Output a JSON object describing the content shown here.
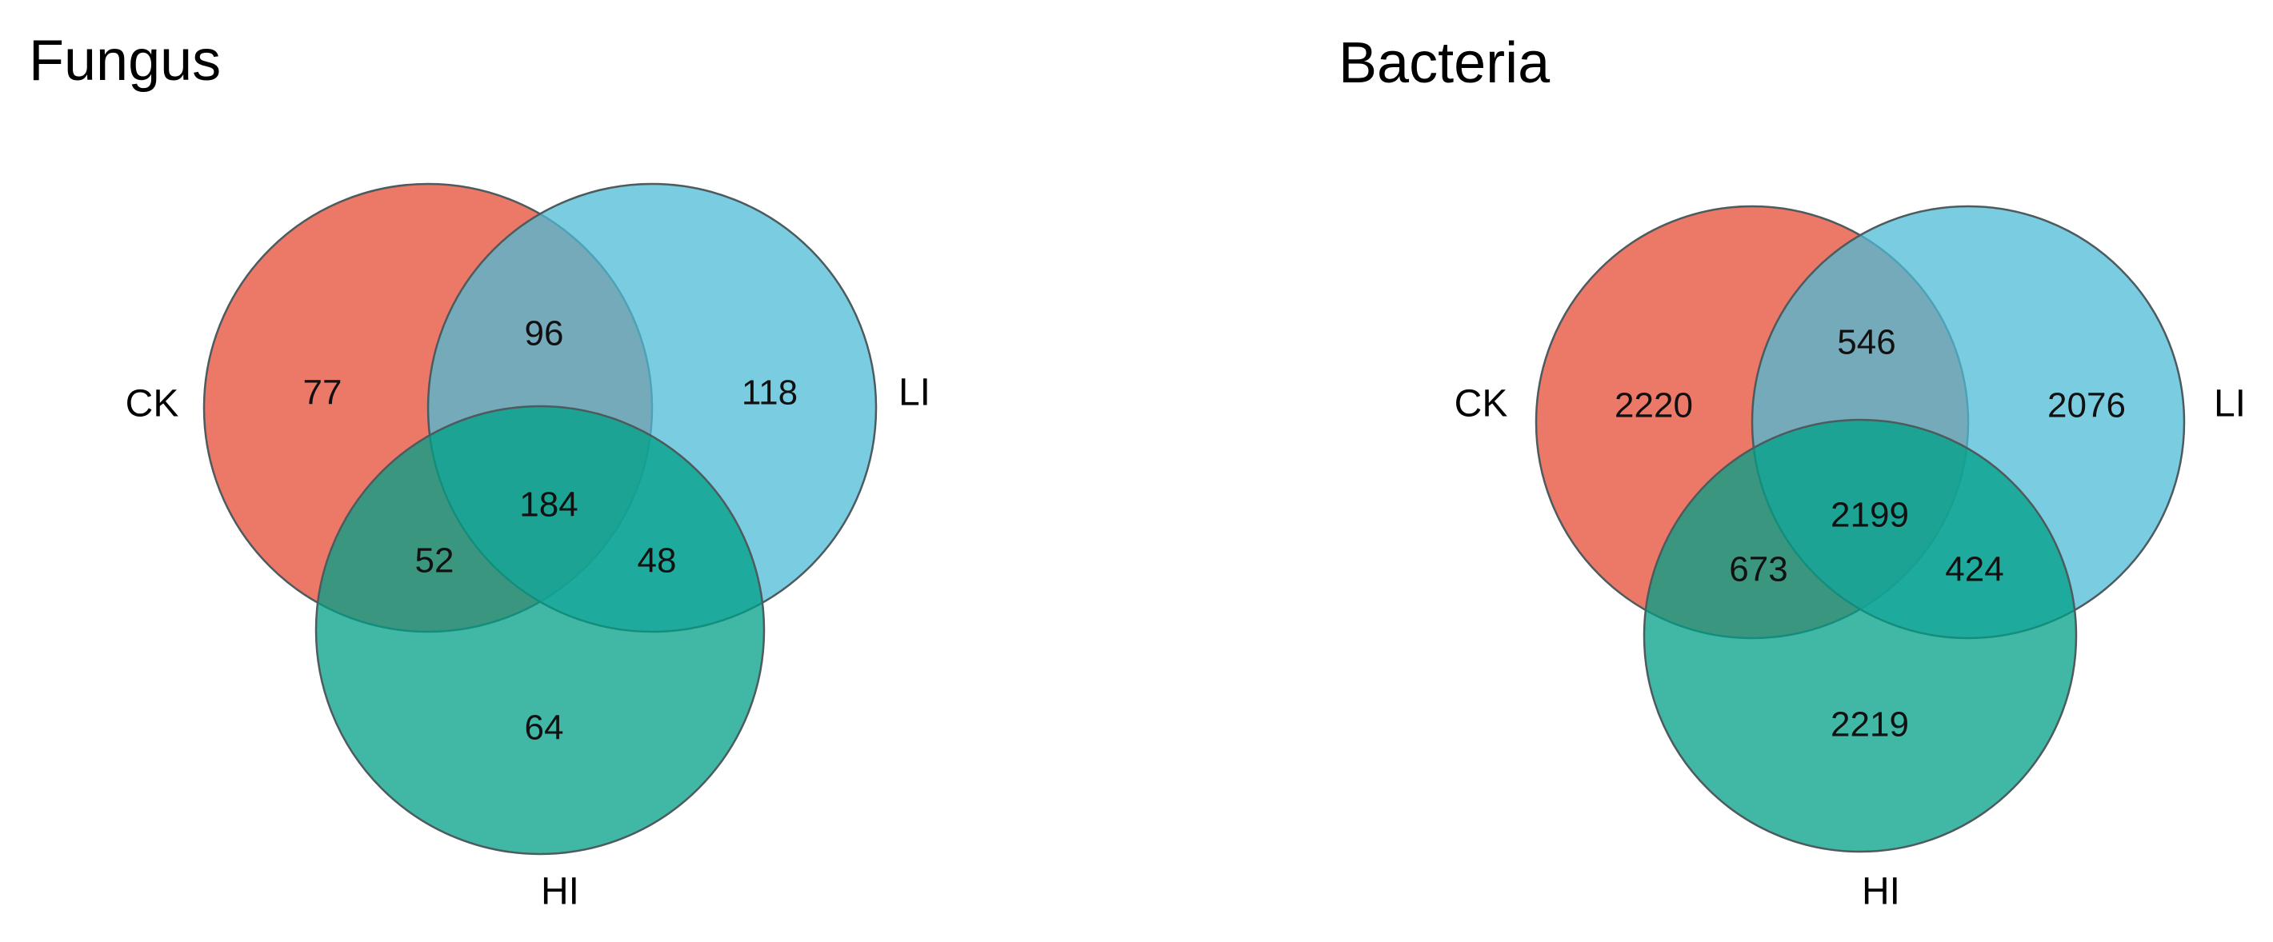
{
  "sets": [
    {
      "key": "CK",
      "label": "CK",
      "color": "#E64B35"
    },
    {
      "key": "LI",
      "label": "LI",
      "color": "#4DBBD5"
    },
    {
      "key": "HI",
      "label": "HI",
      "color": "#00A087"
    }
  ],
  "panels": [
    {
      "title": "Fungus",
      "counts": {
        "CK_only": "77",
        "LI_only": "118",
        "HI_only": "64",
        "CK_LI": "96",
        "CK_HI": "52",
        "LI_HI": "48",
        "CK_LI_HI": "184"
      }
    },
    {
      "title": "Bacteria",
      "counts": {
        "CK_only": "2220",
        "LI_only": "2076",
        "HI_only": "2219",
        "CK_LI": "546",
        "CK_HI": "673",
        "LI_HI": "424",
        "CK_LI_HI": "2199"
      }
    }
  ]
}
